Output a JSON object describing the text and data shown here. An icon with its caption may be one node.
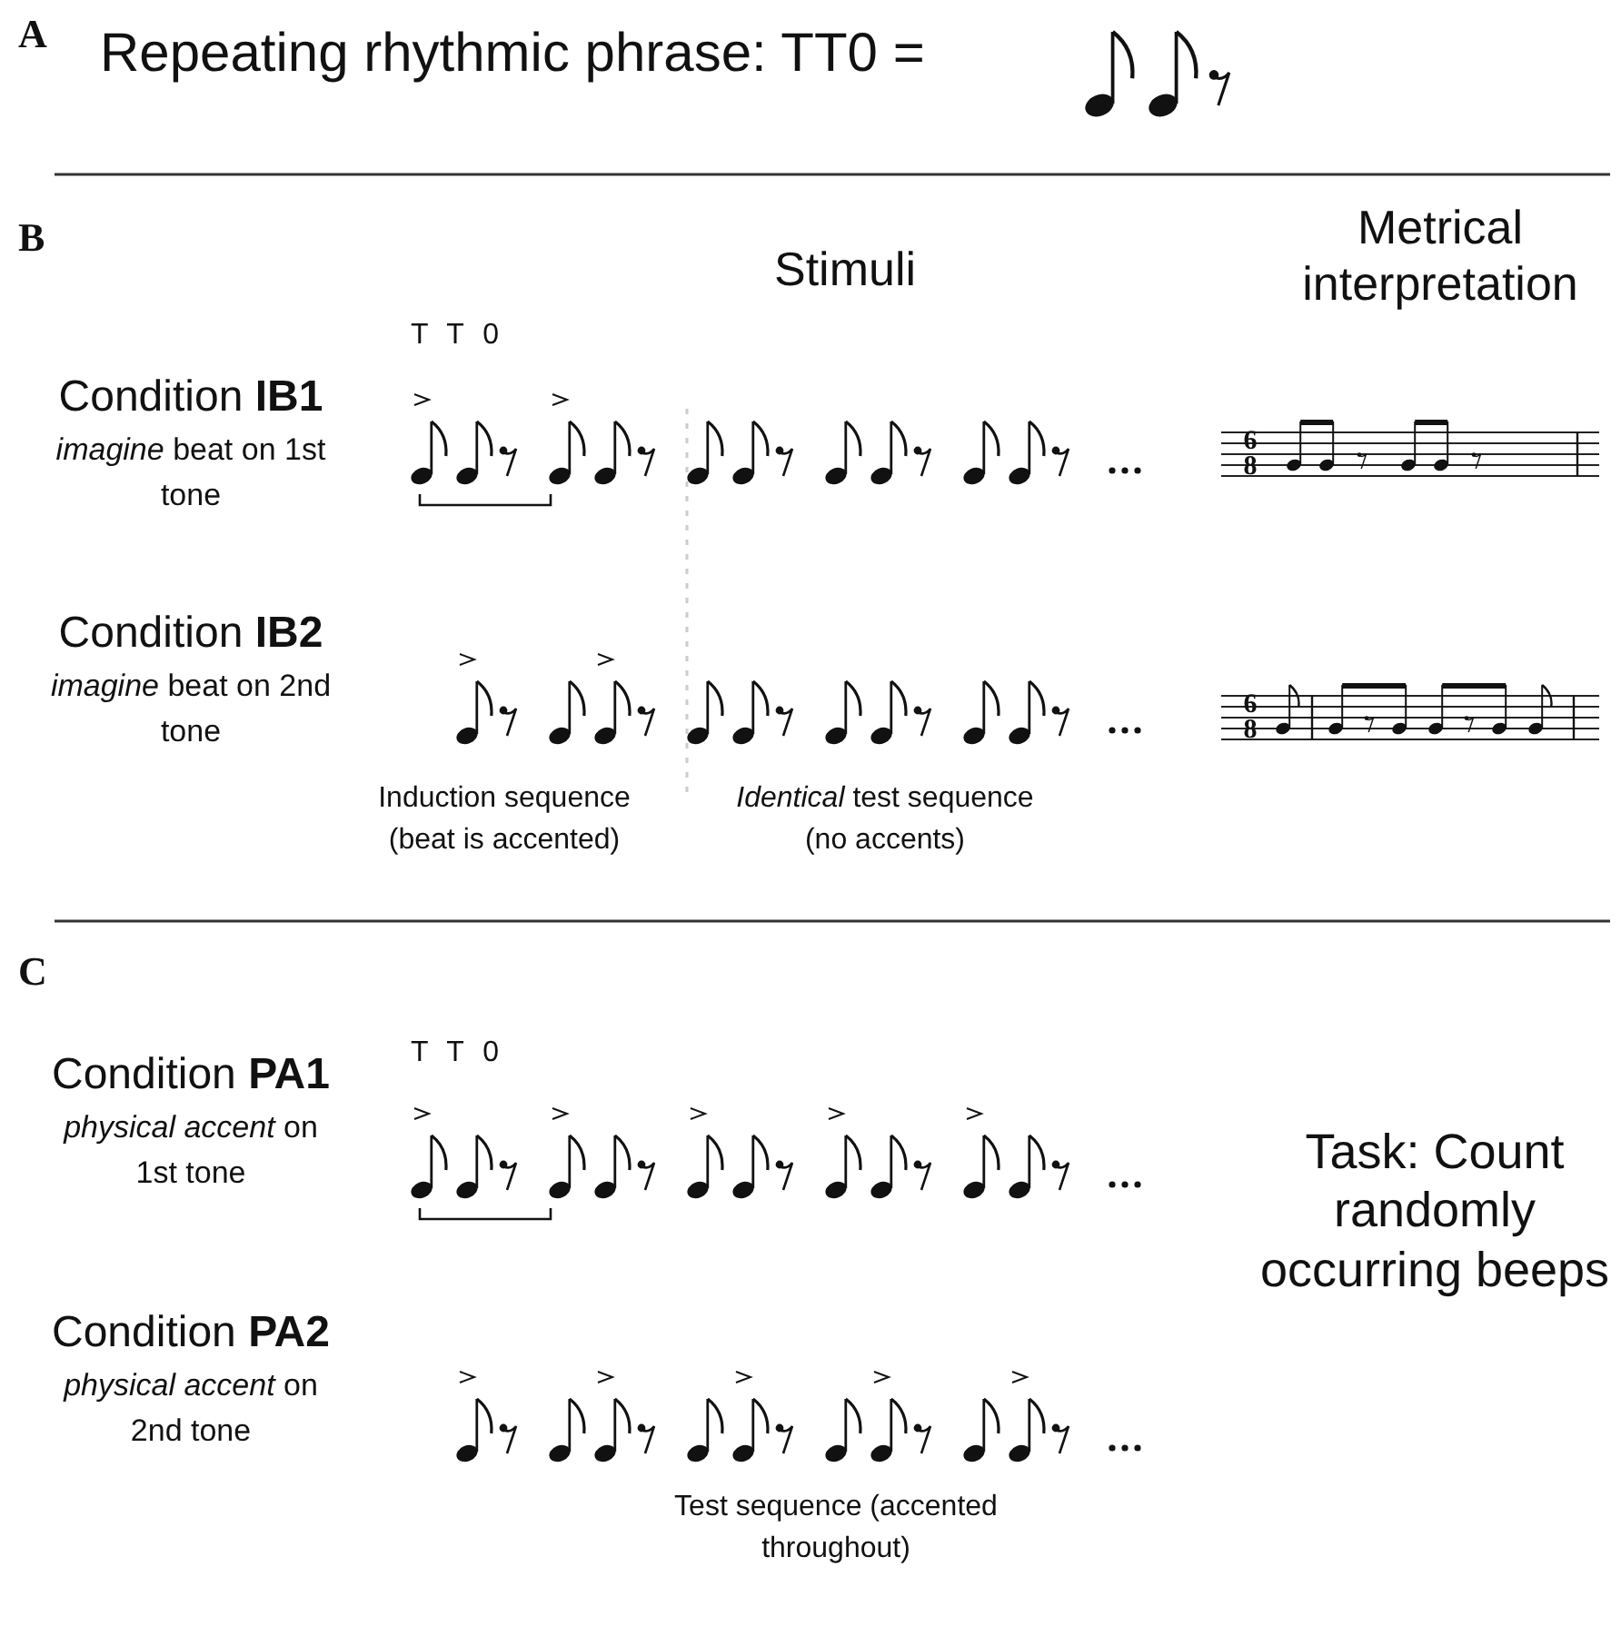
{
  "diagram": {
    "labels": [
      "A",
      "Repeating rhythmic phrase: TT0 =",
      "B",
      "Stimuli",
      "Metrical interpretation",
      "T T 0",
      "Condition **IB1**",
      "*imagine* beat on 1st tone",
      "6",
      "8",
      "Condition **IB2**",
      "*imagine* beat on 2nd tone",
      "6",
      "8",
      "Induction sequence (beat is accented)",
      "*Identical* test sequence (no accents)",
      "C",
      "T T 0",
      "Condition **PA1**",
      "*physical accent* on 1st tone",
      "Task: Count randomly occurring beeps",
      "Condition **PA2**",
      "*physical accent* on 2nd tone",
      "Test sequence (accented throughout)"
    ]
  }
}
